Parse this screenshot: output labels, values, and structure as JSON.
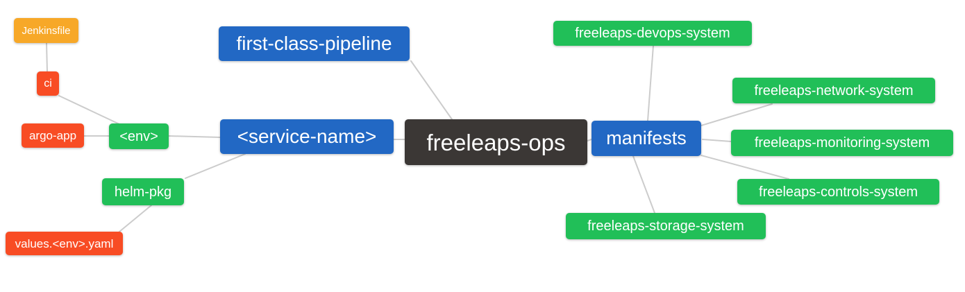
{
  "diagram": {
    "type": "mindmap",
    "root_label": "freeleaps-ops",
    "colors": {
      "blue": "#2268C4",
      "green": "#21BF58",
      "red": "#F84C24",
      "orange": "#F7A828",
      "dark": "#3B3735",
      "edge": "#CCCCCC",
      "text": "#FFFFFF",
      "background": "#FFFFFF"
    },
    "nodes": [
      {
        "id": "jenkinsfile",
        "label": "Jenkinsfile",
        "color": "orange"
      },
      {
        "id": "ci",
        "label": "ci",
        "color": "red"
      },
      {
        "id": "argo-app",
        "label": "argo-app",
        "color": "red"
      },
      {
        "id": "env",
        "label": "<env>",
        "color": "green"
      },
      {
        "id": "helm-pkg",
        "label": "helm-pkg",
        "color": "green"
      },
      {
        "id": "values-env-yaml",
        "label": "values.<env>.yaml",
        "color": "red"
      },
      {
        "id": "first-class-pipeline",
        "label": "first-class-pipeline",
        "color": "blue"
      },
      {
        "id": "service-name",
        "label": "<service-name>",
        "color": "blue"
      },
      {
        "id": "freeleaps-ops",
        "label": "freeleaps-ops",
        "color": "dark"
      },
      {
        "id": "manifests",
        "label": "manifests",
        "color": "blue"
      },
      {
        "id": "freeleaps-devops-system",
        "label": "freeleaps-devops-system",
        "color": "green"
      },
      {
        "id": "freeleaps-network-system",
        "label": "freeleaps-network-system",
        "color": "green"
      },
      {
        "id": "freeleaps-monitoring-system",
        "label": "freeleaps-monitoring-system",
        "color": "green"
      },
      {
        "id": "freeleaps-controls-system",
        "label": "freeleaps-controls-system",
        "color": "green"
      },
      {
        "id": "freeleaps-storage-system",
        "label": "freeleaps-storage-system",
        "color": "green"
      }
    ],
    "edges": [
      {
        "from": "jenkinsfile",
        "to": "ci"
      },
      {
        "from": "ci",
        "to": "env"
      },
      {
        "from": "argo-app",
        "to": "env"
      },
      {
        "from": "env",
        "to": "service-name"
      },
      {
        "from": "service-name",
        "to": "helm-pkg"
      },
      {
        "from": "values-env-yaml",
        "to": "helm-pkg"
      },
      {
        "from": "first-class-pipeline",
        "to": "freeleaps-ops"
      },
      {
        "from": "service-name",
        "to": "freeleaps-ops"
      },
      {
        "from": "freeleaps-ops",
        "to": "manifests"
      },
      {
        "from": "manifests",
        "to": "freeleaps-devops-system"
      },
      {
        "from": "manifests",
        "to": "freeleaps-network-system"
      },
      {
        "from": "manifests",
        "to": "freeleaps-monitoring-system"
      },
      {
        "from": "manifests",
        "to": "freeleaps-controls-system"
      },
      {
        "from": "manifests",
        "to": "freeleaps-storage-system"
      }
    ]
  }
}
